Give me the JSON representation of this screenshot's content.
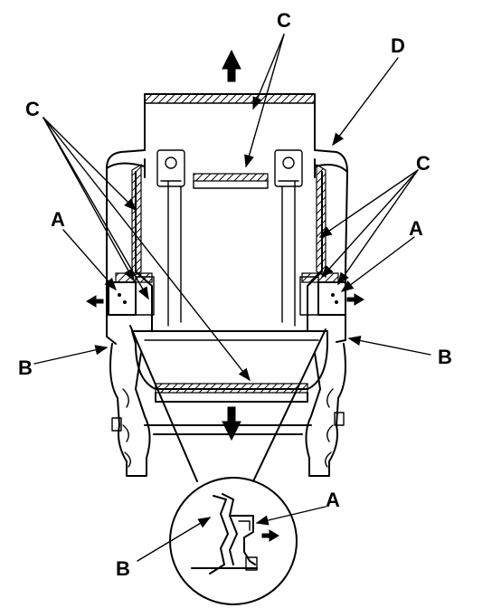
{
  "diagram": {
    "callouts": {
      "a_left": "A",
      "a_right": "A",
      "a_detail": "A",
      "b_left": "B",
      "b_right": "B",
      "b_detail": "B",
      "c_top": "C",
      "c_left": "C",
      "c_right": "C",
      "d": "D"
    },
    "colors": {
      "line": "#000000",
      "background": "#ffffff"
    },
    "icons": [
      "arrow-up-icon",
      "arrow-down-icon",
      "arrow-left-icon",
      "arrow-right-icon"
    ]
  }
}
